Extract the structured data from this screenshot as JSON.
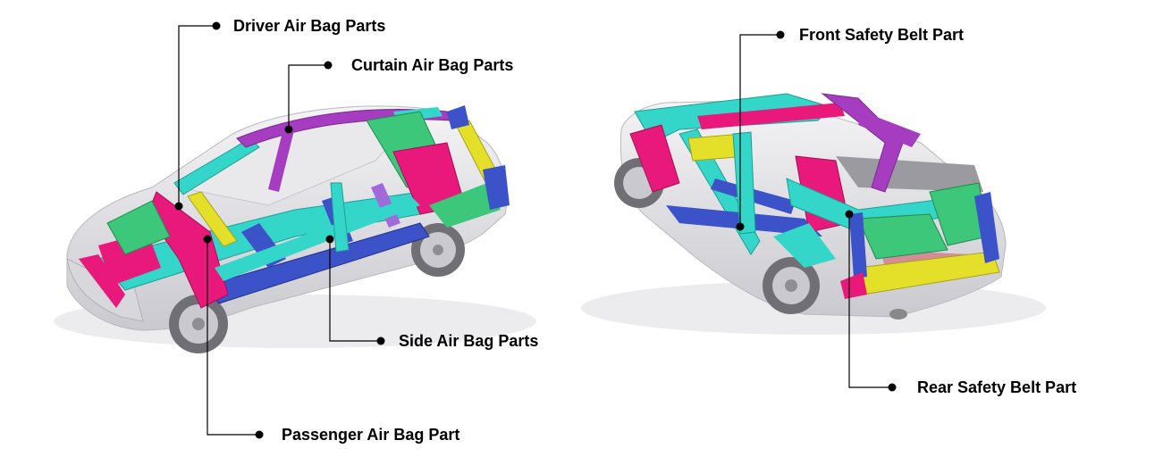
{
  "callouts": {
    "driver_air_bag": "Driver Air Bag Parts",
    "curtain_air_bag": "Curtain Air Bag Parts",
    "side_air_bag": "Side Air Bag Parts",
    "passenger_air_bag": "Passenger Air Bag Part",
    "front_safety_belt": "Front Safety Belt Part",
    "rear_safety_belt": "Rear Safety Belt Part"
  },
  "colors": {
    "cyan": "#33d6c8",
    "magenta": "#e8197a",
    "purple": "#a63cc0",
    "green": "#3cc77a",
    "yellow": "#e4e02a",
    "blue": "#3b52c9",
    "lightgray": "#e3e3e6",
    "darkgray": "#9a9aa0"
  }
}
